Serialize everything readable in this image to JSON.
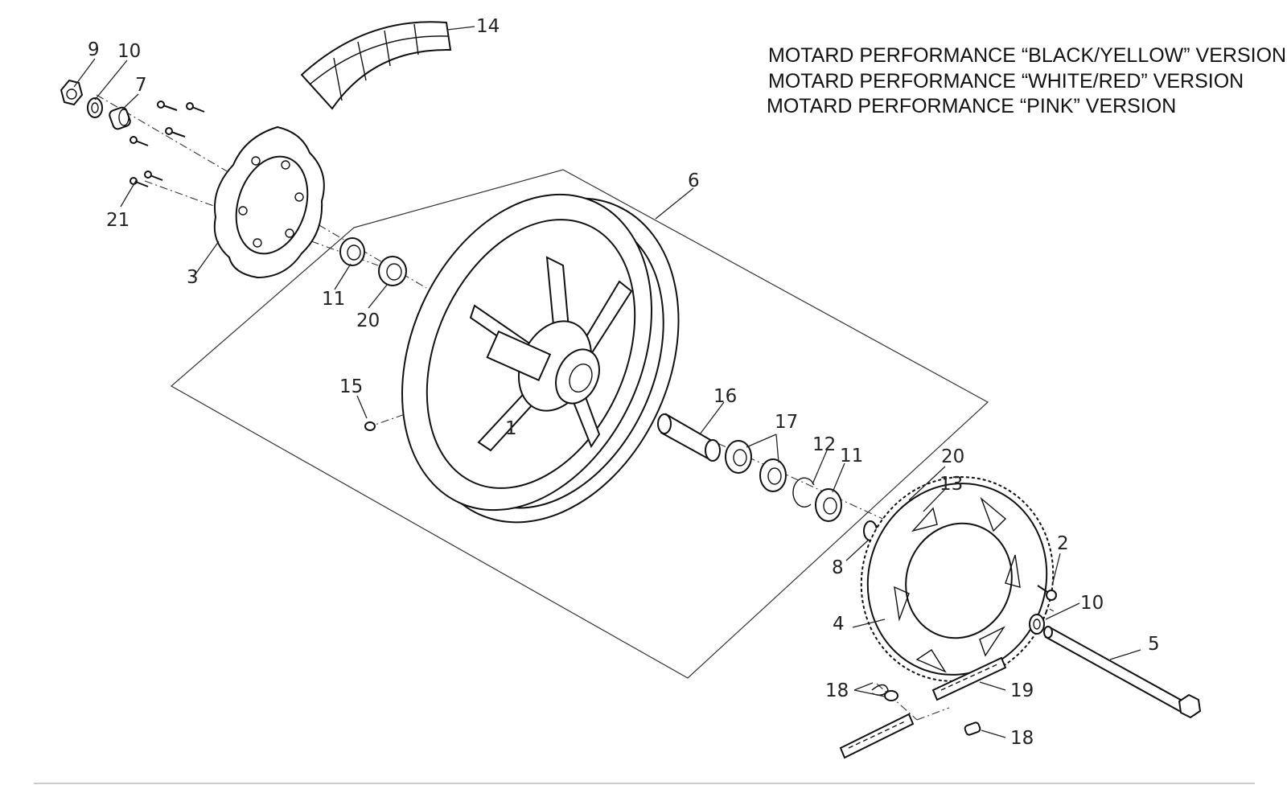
{
  "versions": [
    "MOTARD PERFORMANCE “BLACK/YELLOW” VERSION",
    "MOTARD PERFORMANCE “WHITE/RED” VERSION",
    "MOTARD PERFORMANCE “PINK” VERSION"
  ],
  "callouts": {
    "c1": "1",
    "c2": "2",
    "c3": "3",
    "c4": "4",
    "c5": "5",
    "c6": "6",
    "c7": "7",
    "c8": "8",
    "c9": "9",
    "c10a": "10",
    "c10b": "10",
    "c11a": "11",
    "c11b": "11",
    "c12": "12",
    "c13": "13",
    "c14": "14",
    "c15": "15",
    "c16": "16",
    "c17": "17",
    "c18a": "18",
    "c18b": "18",
    "c19": "19",
    "c20a": "20",
    "c20b": "20",
    "c21": "21"
  }
}
